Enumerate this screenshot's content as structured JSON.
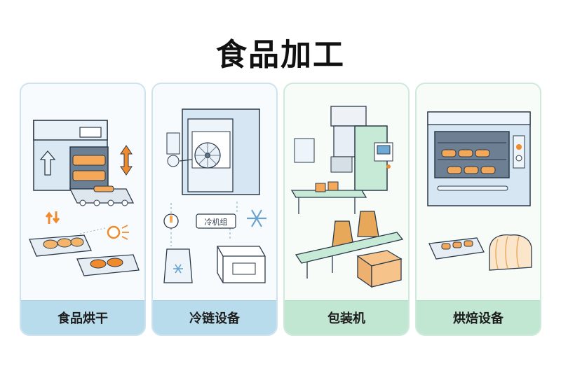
{
  "page": {
    "title": "食品加工"
  },
  "cards": [
    {
      "label": "食品烘干",
      "icon": "food-dryer-icon"
    },
    {
      "label": "冷链设备",
      "icon": "cold-chain-icon",
      "unit_label": "冷机组"
    },
    {
      "label": "包装机",
      "icon": "packaging-machine-icon"
    },
    {
      "label": "烘焙设备",
      "icon": "baking-oven-icon"
    }
  ]
}
